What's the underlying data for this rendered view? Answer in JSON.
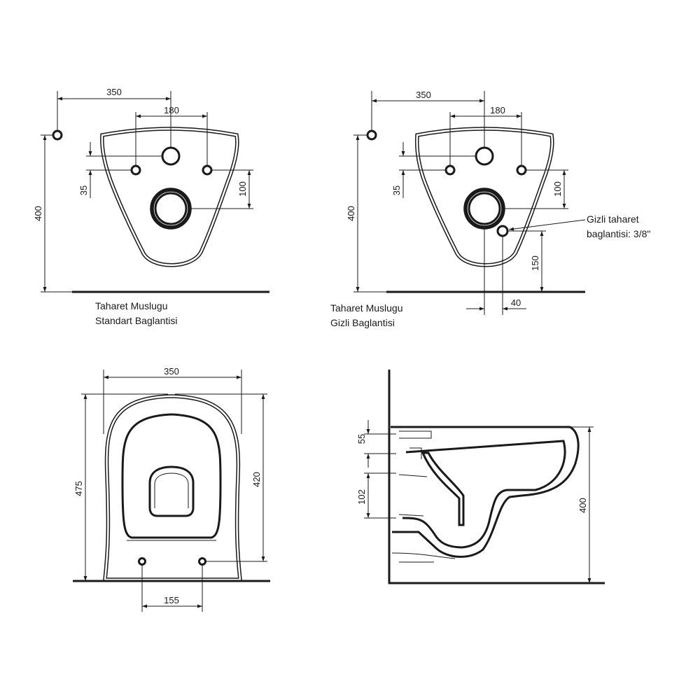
{
  "views": {
    "front_standard": {
      "dims": {
        "width_350": "350",
        "width_180": "180",
        "height_400": "400",
        "v_35": "35",
        "v_100": "100"
      },
      "caption": [
        "Taharet Muslugu",
        "Standart Baglantisi"
      ]
    },
    "front_hidden": {
      "dims": {
        "width_350": "350",
        "width_180": "180",
        "height_400": "400",
        "v_35": "35",
        "v_100": "100",
        "v_150": "150",
        "h_40": "40"
      },
      "callout": [
        "Gizli taharet",
        "baglantisi: 3/8\""
      ],
      "caption": [
        "Taharet Muslugu",
        "Gizli Baglantisi"
      ]
    },
    "top_view": {
      "dims": {
        "width_350": "350",
        "height_475": "475",
        "height_420": "420",
        "width_155": "155"
      }
    },
    "side_view": {
      "dims": {
        "v_55": "55",
        "v_102": "102",
        "height_400": "400"
      }
    }
  }
}
